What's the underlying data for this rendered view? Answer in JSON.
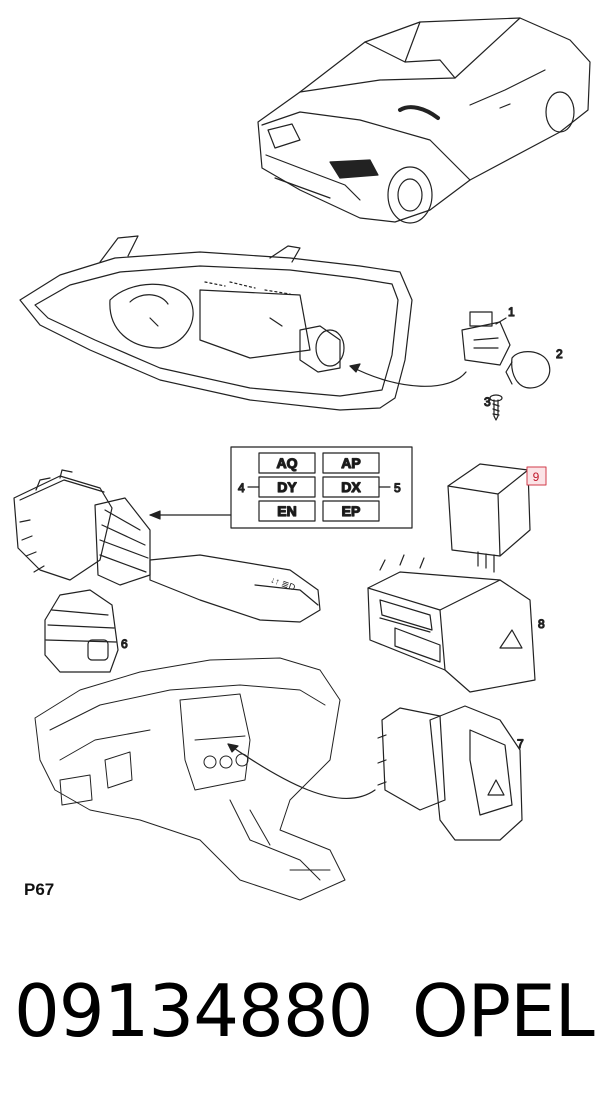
{
  "figure": {
    "label": "P67"
  },
  "product": {
    "part_number": "09134880",
    "brand": "OPEL"
  },
  "callouts": {
    "c1": "1",
    "c2": "2",
    "c3": "3",
    "c4": "4",
    "c5": "5",
    "c6": "6",
    "c7": "7",
    "c8": "8",
    "c9": "9"
  },
  "variant_codes": {
    "left": [
      "AQ",
      "DY",
      "EN"
    ],
    "right": [
      "AP",
      "DX",
      "EP"
    ]
  },
  "highlight": {
    "color": "#d23b4a"
  }
}
